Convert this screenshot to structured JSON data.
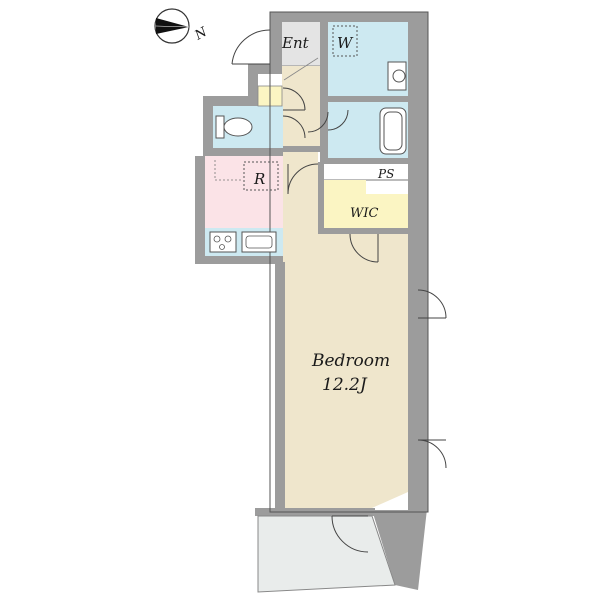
{
  "compass": {
    "label": "N",
    "icon": "north-arrow-icon"
  },
  "rooms": {
    "entrance": "Ent",
    "washer": "W",
    "refrigerator": "R",
    "pipe_space": "PS",
    "walk_in_closet": "WIC",
    "bedroom": "Bedroom",
    "bedroom_size": "12.2J"
  },
  "colors": {
    "wall": "#9c9c9c",
    "bedroom": "#efe6cc",
    "wet_area": "#cde9f1",
    "kitchen": "#fbe3e7",
    "closet": "#fbf5c3",
    "entrance": "#e4e4e4",
    "balcony": "#e9eceb"
  }
}
